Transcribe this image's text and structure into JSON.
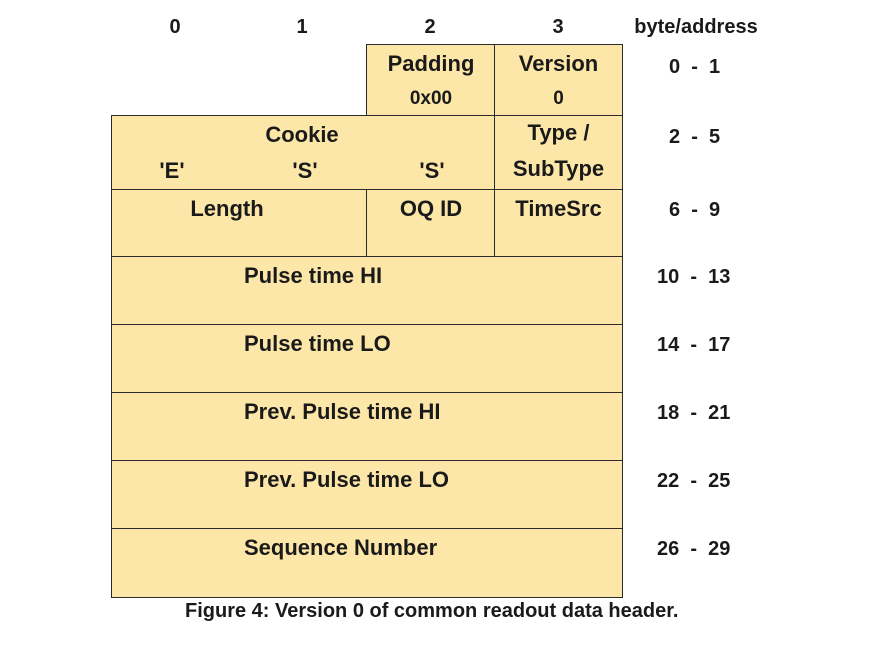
{
  "columns": [
    "0",
    "1",
    "2",
    "3"
  ],
  "address_header": "byte/address",
  "fields": {
    "padding": {
      "label": "Padding",
      "value": "0x00"
    },
    "version": {
      "label": "Version",
      "value": "0"
    },
    "cookie": {
      "label": "Cookie",
      "chars": [
        "'E'",
        "'S'",
        "'S'"
      ]
    },
    "type_subtype": {
      "line1": "Type /",
      "line2": "SubType"
    },
    "length": "Length",
    "oq_id": "OQ ID",
    "timesrc": "TimeSrc",
    "pulse_time_hi": "Pulse time HI",
    "pulse_time_lo": "Pulse time LO",
    "prev_pulse_time_hi": "Prev. Pulse time HI",
    "prev_pulse_time_lo": "Prev. Pulse time LO",
    "sequence_number": "Sequence Number"
  },
  "addresses": [
    "0  -  1",
    "2  -  5",
    "6  -  9",
    "10  -  13",
    "14  -  17",
    "18  -  21",
    "22  -  25",
    "26  -  29"
  ],
  "caption": "Figure 4: Version 0 of common readout data header."
}
